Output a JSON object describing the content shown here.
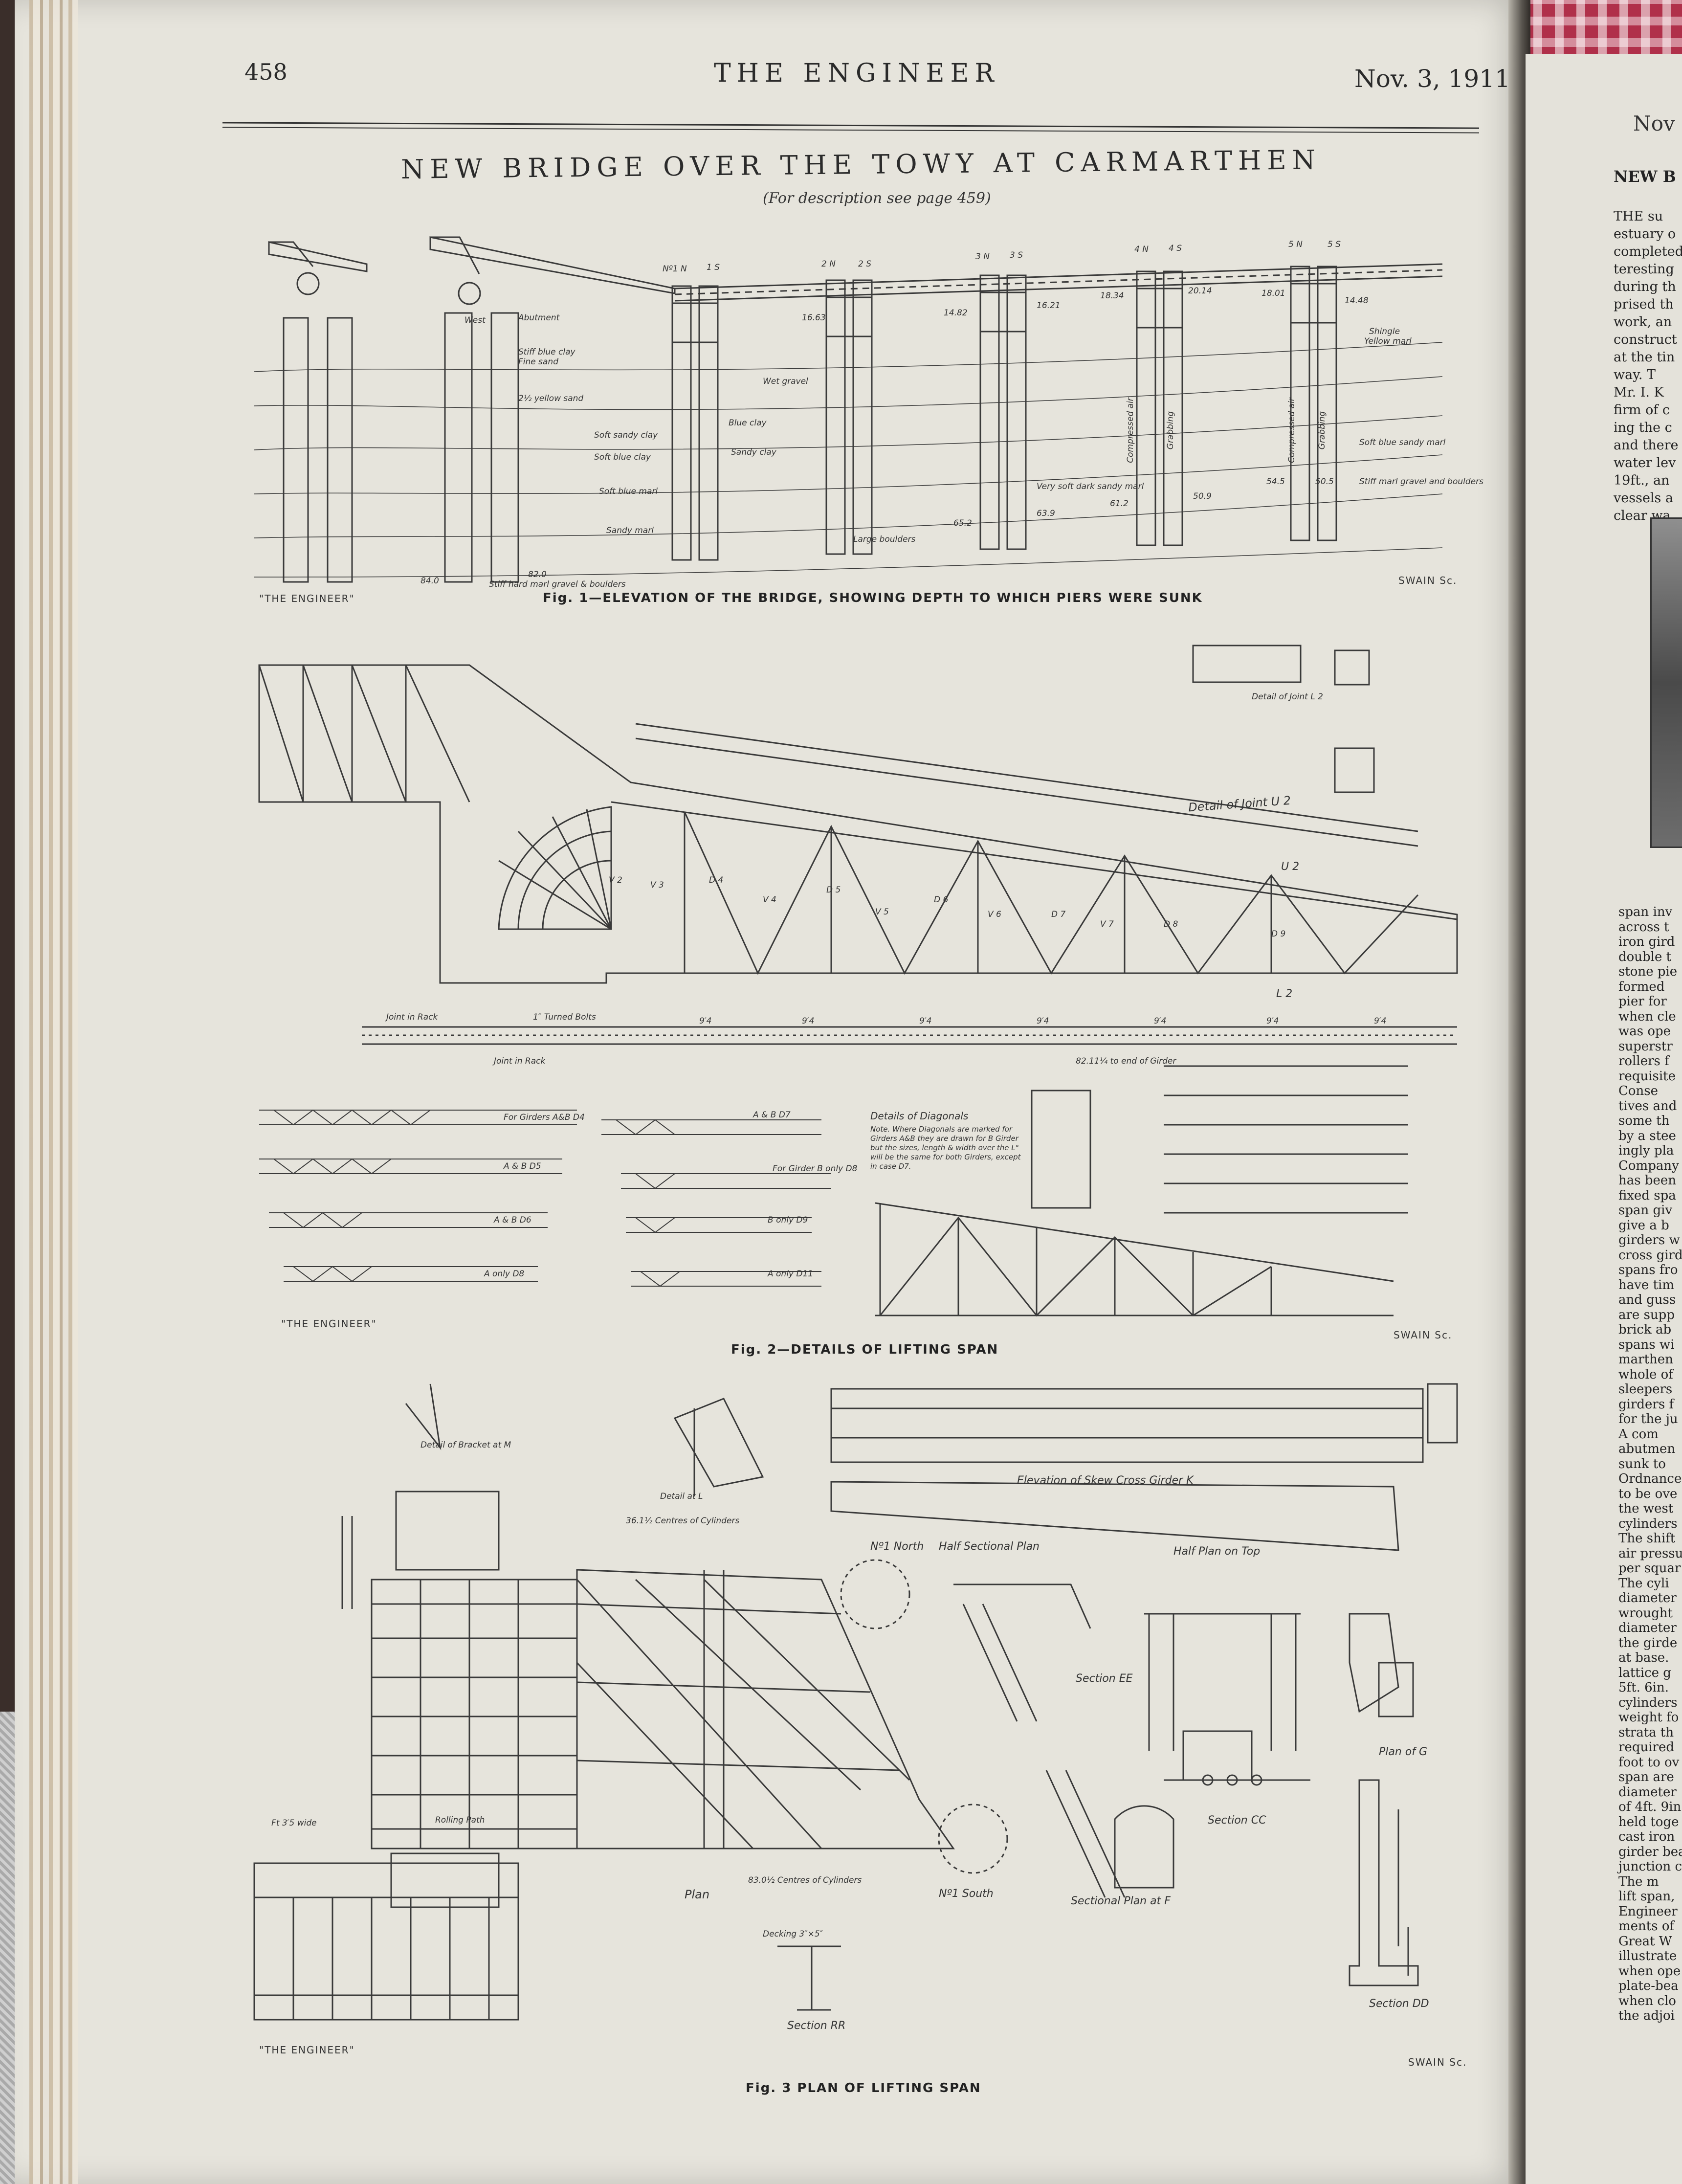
{
  "header": {
    "page_number": "458",
    "journal": "THE ENGINEER",
    "date": "Nov. 3, 1911"
  },
  "article": {
    "title": "NEW BRIDGE OVER THE TOWY AT CARMARTHEN",
    "subtitle": "(For description see page 459)"
  },
  "figures": {
    "fig1_caption": "Fig. 1—ELEVATION OF THE BRIDGE, SHOWING DEPTH TO WHICH PIERS WERE SUNK",
    "fig2_caption": "Fig. 2—DETAILS OF LIFTING SPAN",
    "fig3_caption": "Fig. 3 PLAN OF LIFTING SPAN",
    "credit": "\"THE ENGINEER\"",
    "engraver": "SWAIN Sc."
  },
  "fig1_labels": {
    "piers": [
      "Nº1 N",
      "1 S",
      "2 N",
      "2 S",
      "3 N",
      "3 S",
      "4 N",
      "4 S",
      "5 N",
      "5 S"
    ],
    "abutment": "Abutment",
    "west": "West",
    "strata": [
      "Stiff blue clay",
      "Fine sand",
      "2½ yellow sand",
      "Wet gravel",
      "Blue clay",
      "Soft sandy clay",
      "Sandy clay",
      "Soft blue clay",
      "Soft blue marl",
      "Sandy marl",
      "Large boulders",
      "Very soft dark sandy marl",
      "Stiff marl gravel and boulders",
      "Soft blue sandy marl",
      "Shingle",
      "Yellow marl",
      "Stiff hard marl gravel & boulders"
    ],
    "compressed_air": "Compressed air",
    "grabbing": "Grabbing",
    "levels": [
      "16.63",
      "14.82",
      "16.21",
      "18.34",
      "20.14",
      "18.01",
      "14.48",
      "61.2",
      "65.2",
      "63.9",
      "50.9",
      "54.5",
      "50.5",
      "84.0",
      "82.0"
    ]
  },
  "fig2_labels": {
    "joint_l2": "Detail of Joint L 2",
    "joint_u2": "Detail of Joint U 2",
    "diagonals_title": "Details of Diagonals",
    "diagonals_note": "Note. Where Diagonals are marked for Girders A&B they are drawn for B Girder but the sizes, length & width over the L° will be the same for both Girders, except in case D7.",
    "joint_in_rack": "Joint in Rack",
    "turned_bolts": "1″ Turned Bolts",
    "end_of_girder": "82.11¼ to end of Girder",
    "panel": "9′4",
    "members": [
      "V 2",
      "V 3",
      "V 4",
      "V 5",
      "V 6",
      "V 7",
      "D 4",
      "D 5",
      "D 6",
      "D 7",
      "D 8",
      "D 9",
      "L 2",
      "U 2"
    ],
    "diagonal_labels": [
      "For Girders A&B D4",
      "A & B D5",
      "A & B D6",
      "A only D8",
      "A & B D7",
      "For Girder B only D8",
      "B only D9",
      "A only D11"
    ]
  },
  "fig3_labels": {
    "bracket": "Detail of Bracket at M",
    "detail_l": "Detail at L",
    "skew_girder": "Elevation of Skew Cross Girder K",
    "half_sectional": "Half Sectional Plan",
    "half_plan": "Half Plan on Top",
    "section_ee": "Section EE",
    "section_cc": "Section CC",
    "section_dd": "Section DD",
    "section_rr": "Section RR",
    "plan_g": "Plan of G",
    "sectional_plan_f": "Sectional Plan at F",
    "plan": "Plan",
    "north": "Nº1 North",
    "south": "Nº1 South",
    "centres": "83.0½ Centres of Cylinders",
    "centres_top": "36.1½ Centres of Cylinders",
    "rolling_path": "Rolling Path",
    "decking": "Decking 3″×5″",
    "foot_walk": "Ft 3′5 wide"
  },
  "next_page": {
    "running_head": "Nov",
    "heading": "NEW B",
    "lines_top": [
      "THE su",
      "estuary o",
      "completed",
      "teresting",
      "during th",
      "prised th",
      "work, an",
      "construct",
      "at the tin",
      "way. T",
      "Mr. I. K",
      "firm of c",
      "ing the c",
      "and there",
      "water lev",
      "19ft., an",
      "vessels a",
      "clear wa"
    ],
    "lines_bottom": [
      "span inv",
      "across t",
      "iron gird",
      "double t",
      "stone pie",
      "formed",
      "pier for",
      "when cle",
      "was ope",
      "superstr",
      "rollers f",
      "requisite",
      "Conse",
      "tives and",
      "some th",
      "by a stee",
      "ingly pla",
      "Company",
      "has been",
      "fixed spa",
      "span giv",
      "give a b",
      "girders w",
      "cross gird",
      "spans fro",
      "have tim",
      "and guss",
      "are supp",
      "brick ab",
      "spans wi",
      "marthen",
      "whole of",
      "sleepers",
      "girders f",
      "for the ju",
      "A com",
      "abutmen",
      "sunk to",
      "Ordnance",
      "to be ove",
      "the west",
      "cylinders",
      "The shift",
      "air pressu",
      "per squar",
      "The cyli",
      "diameter",
      "wrought",
      "diameter",
      "the girde",
      "at base.",
      "lattice g",
      "5ft. 6in.",
      "cylinders",
      "weight fo",
      "strata th",
      "required",
      "foot to ov",
      "span are",
      "diameter",
      "of 4ft. 9in",
      "held toge",
      "cast iron",
      "girder bea",
      "junction c",
      "The m",
      "lift span,",
      "Engineer",
      "ments of",
      "Great W",
      "illustrate",
      "when ope",
      "plate-bea",
      "when clo",
      "the adjoi"
    ]
  }
}
